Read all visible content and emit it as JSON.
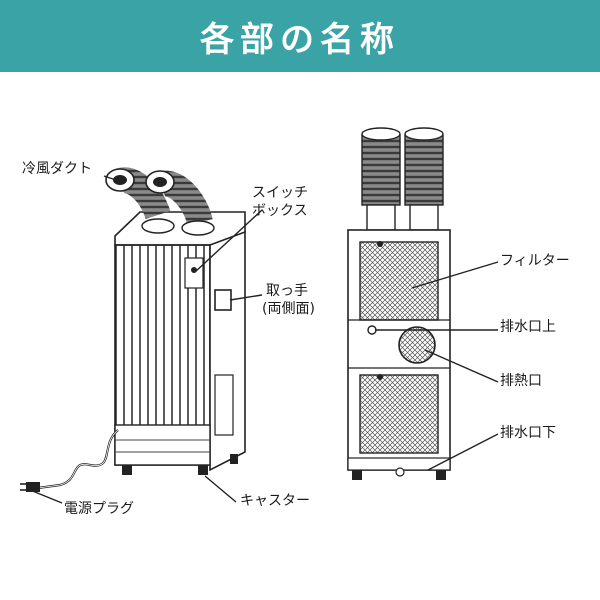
{
  "header": {
    "title": "各部の名称",
    "background_color": "#3aa3a6"
  },
  "labels": {
    "cold_air_duct": "冷風ダクト",
    "switch_box_line1": "スイッチ",
    "switch_box_line2": "ボックス",
    "handle_line1": "取っ手",
    "handle_line2": "(両側面)",
    "power_plug": "電源プラグ",
    "casters": "キャスター",
    "filter": "フィルター",
    "drain_upper": "排水口上",
    "exhaust_port": "排熱口",
    "drain_lower": "排水口下"
  },
  "icons": {
    "front_unit": "spot-cooler-front-illustration",
    "back_unit": "spot-cooler-back-illustration"
  }
}
